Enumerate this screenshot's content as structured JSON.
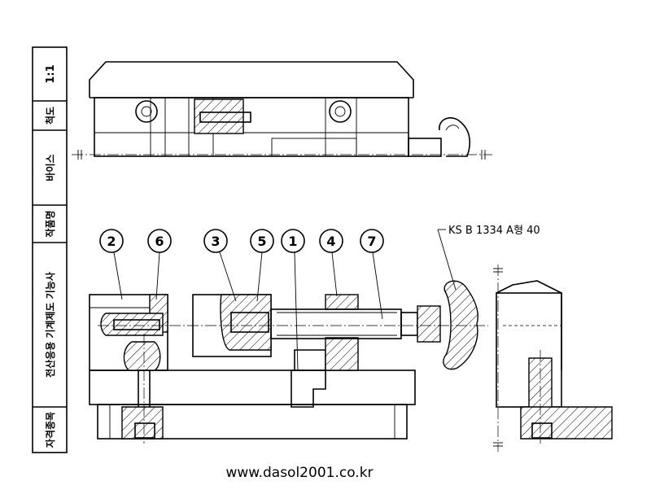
{
  "title_block": {
    "scale_label": "척도",
    "scale_value": "1:1",
    "drawing_name_label": "작품명",
    "drawing_name_value": "바이스",
    "exam_label": "자격종목",
    "exam_value": "전산응용 기계제도 기능사"
  },
  "balloons": [
    {
      "label": "2"
    },
    {
      "label": "6"
    },
    {
      "label": "3"
    },
    {
      "label": "5"
    },
    {
      "label": "1"
    },
    {
      "label": "4"
    },
    {
      "label": "7"
    }
  ],
  "standard_callout": "KS B 1334 A형 40",
  "footer_url": "www.dasol2001.co.kr"
}
